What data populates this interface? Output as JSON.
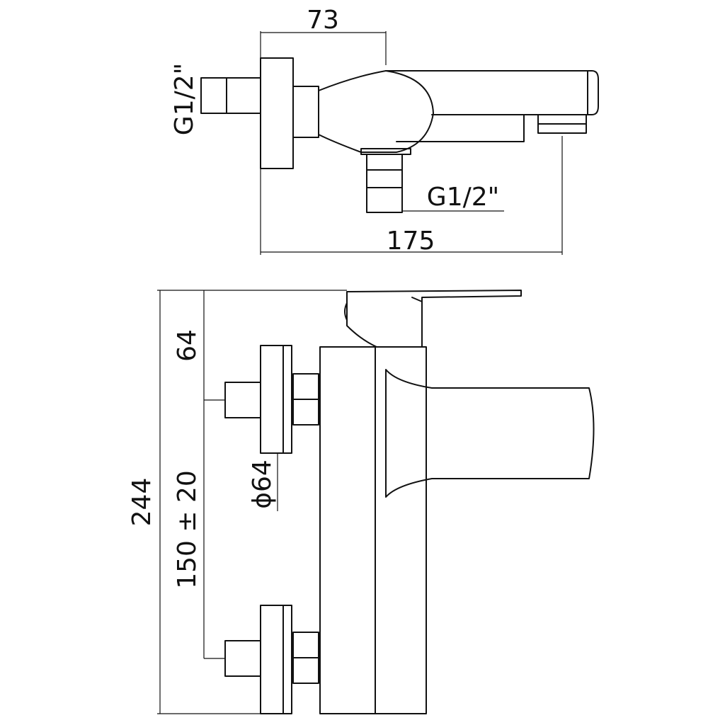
{
  "labels": {
    "top_width": "73",
    "total_length": "175",
    "inlet_thread_left": "G1/2\"",
    "outlet_thread": "G1/2\"",
    "total_height": "244",
    "lever_to_inlet": "64",
    "inlet_spacing": "150 ± 20",
    "flange_diameter": "ϕ64"
  },
  "colors": {
    "line": "#111111",
    "background": "#ffffff"
  }
}
